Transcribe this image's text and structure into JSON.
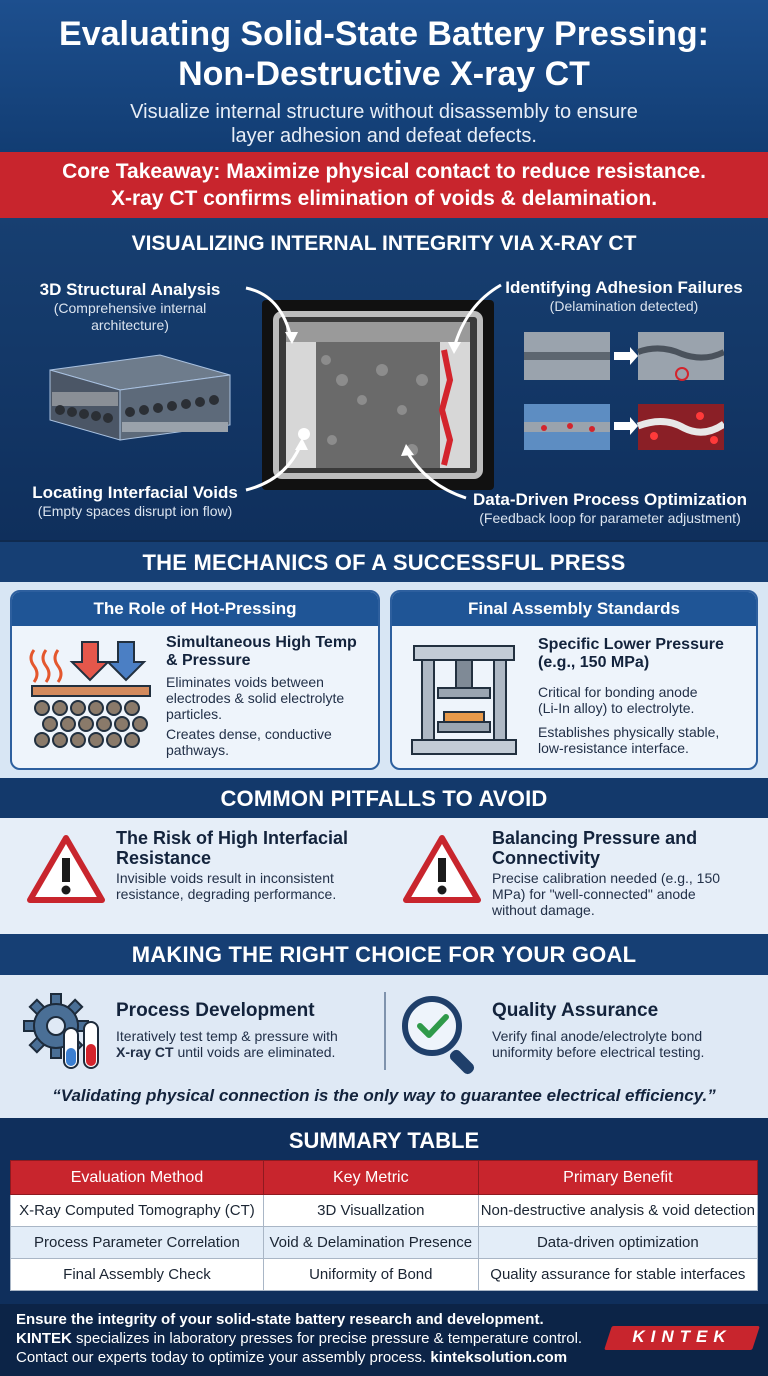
{
  "header": {
    "title_line1": "Evaluating Solid-State Battery Pressing:",
    "title_line2": "Non-Destructive X-ray CT",
    "subtitle_line1": "Visualize internal structure without disassembly to ensure",
    "subtitle_line2": "layer adhesion and defeat defects."
  },
  "takeaway": {
    "line1": "Core Takeaway: Maximize physical contact to reduce resistance.",
    "line2": "X-ray CT confirms elimination of voids & delamination."
  },
  "section1": {
    "heading": "VISUALIZING INTERNAL INTEGRITY VIA X-RAY CT",
    "labels": [
      {
        "title": "3D Structural Analysis",
        "sub1": "(Comprehensive internal",
        "sub2": "architecture)"
      },
      {
        "title": "Identifying Adhesion Failures",
        "sub1": "(Delamination detected)",
        "sub2": ""
      },
      {
        "title": "Locating Interfacial Voids",
        "sub1": "(Empty spaces disrupt ion flow)",
        "sub2": ""
      },
      {
        "title": "Data-Driven Process Optimization",
        "sub1": "(Feedback loop for parameter adjustment)",
        "sub2": ""
      }
    ]
  },
  "section2": {
    "heading": "THE MECHANICS OF A SUCCESSFUL PRESS",
    "cards": [
      {
        "title": "The Role of Hot-Pressing",
        "h1": "Simultaneous High Temp",
        "h2": "& Pressure",
        "p1a": "Eliminates voids between",
        "p1b": "electrodes & solid electrolyte",
        "p1c": "particles.",
        "p2a": "Creates dense, conductive",
        "p2b": "pathways."
      },
      {
        "title": "Final Assembly Standards",
        "h1": "Specific Lower Pressure",
        "h2": "(e.g., 150 MPa)",
        "p1a": "Critical for bonding anode",
        "p1b": "(Li-In alloy) to electrolyte.",
        "p2a": "Establishes physically stable,",
        "p2b": "low-resistance interface."
      }
    ]
  },
  "section3": {
    "heading": "COMMON PITFALLS TO AVOID",
    "items": [
      {
        "h1": "The Risk of High Interfacial",
        "h2": "Resistance",
        "p1": "Invisible voids result in inconsistent",
        "p2": "resistance, degrading performance.",
        "p3": ""
      },
      {
        "h1": "Balancing Pressure and",
        "h2": "Connectivity",
        "p1": "Precise calibration needed (e.g., 150",
        "p2": "MPa) for \"well-connected\" anode",
        "p3": "without damage."
      }
    ]
  },
  "section4": {
    "heading": "MAKING THE RIGHT CHOICE FOR YOUR GOAL",
    "items": [
      {
        "title": "Process Development",
        "p1": "Iteratively test temp & pressure with",
        "p2_bold": "X-ray CT",
        "p2_rest": " until voids are eliminated."
      },
      {
        "title": "Quality Assurance",
        "p1": "Verify final anode/electrolyte bond",
        "p2_bold": "",
        "p2_rest": "uniformity before electrical testing."
      }
    ],
    "quote": "“Validating physical connection is the only way to guarantee electrical efficiency.”"
  },
  "section5": {
    "heading": "SUMMARY TABLE",
    "columns": [
      "Evaluation Method",
      "Key Metric",
      "Primary Benefit"
    ],
    "rows": [
      [
        "X-Ray Computed Tomography (CT)",
        "3D Visuallzation",
        "Non-destructive analysis & void detection"
      ],
      [
        "Process Parameter Correlation",
        "Void & Delamination Presence",
        "Data-driven optimization"
      ],
      [
        "Final Assembly Check",
        "Uniformity of Bond",
        "Quality assurance for stable interfaces"
      ]
    ]
  },
  "footer": {
    "line1": "Ensure the integrity of your solid-state battery research and development.",
    "line2_bold": "KINTEK",
    "line2_rest": " specializes in laboratory presses for precise pressure & temperature control.",
    "line3_rest": "Contact our experts today to optimize your assembly process. ",
    "line3_bold": "kinteksolution.com",
    "logo": "KINTEK"
  },
  "colors": {
    "navy": "#0f2a4f",
    "blue": "#1f5596",
    "red": "#c8252d",
    "light": "#d8e6f4"
  },
  "icons": [
    "battery-cube-icon",
    "ct-scan-icon",
    "heat-waves-icon",
    "down-arrow-icon",
    "press-machine-icon",
    "warning-triangle-icon",
    "gear-icon",
    "test-tube-icon",
    "magnifier-check-icon"
  ]
}
